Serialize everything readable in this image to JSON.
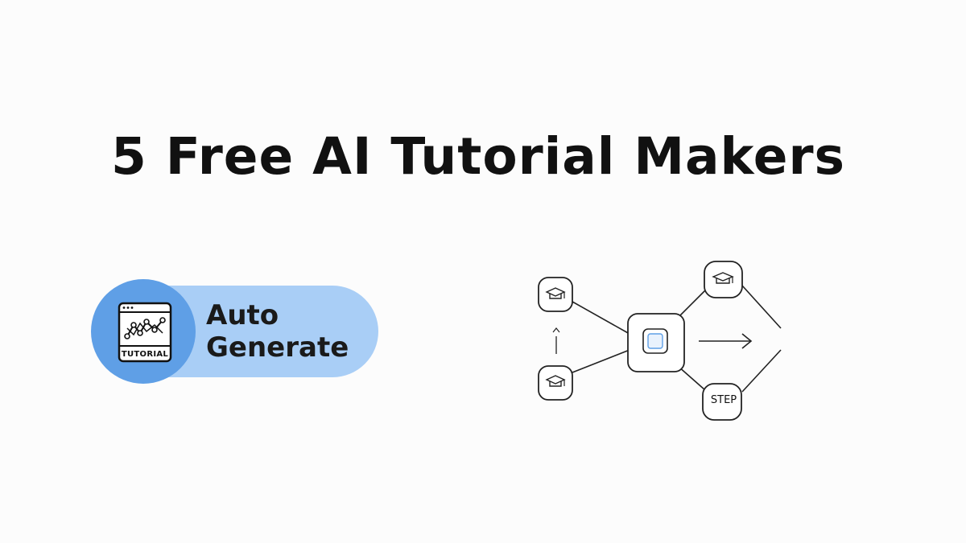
{
  "title": "5 Free AI Tutorial Makers",
  "badge": {
    "line1": "Auto",
    "line2": "Generate",
    "icon_label": "TUTORIAL",
    "pill_color": "#a9cef6",
    "circle_color": "#5f9fe6"
  },
  "diagram": {
    "step_label": "STEP",
    "icons": [
      "graduation-cap-icon",
      "graduation-cap-icon",
      "graduation-cap-icon",
      "square-node-icon",
      "arrow-right-icon"
    ],
    "accent_color": "#5f9fe6"
  }
}
